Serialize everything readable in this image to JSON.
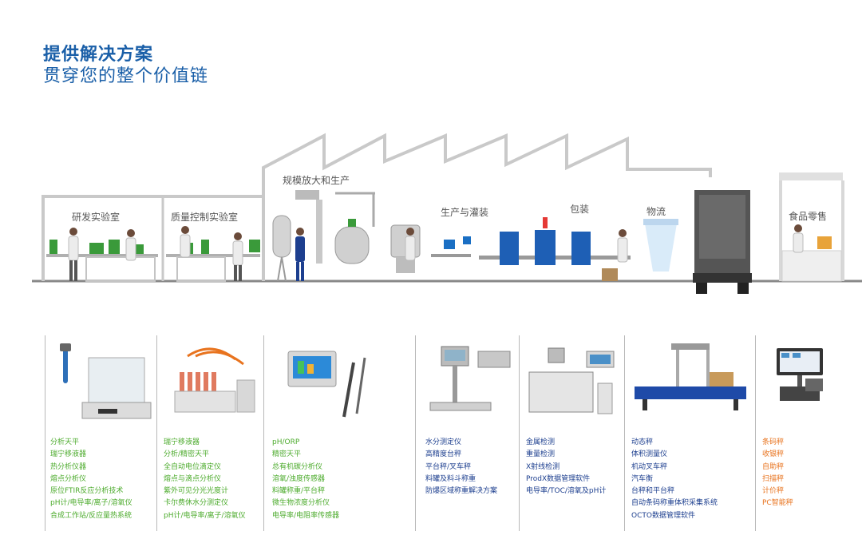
{
  "headline": {
    "line1": "提供解决方案",
    "line2": "贯穿您的整个价值链"
  },
  "zones": {
    "rd_lab": "研发实验室",
    "qc_lab": "质量控制实验室",
    "scale_up": "规模放大和生产",
    "production_filling": "生产与灌装",
    "packaging": "包装",
    "logistics": "物流",
    "retail": "食品零售"
  },
  "columns": [
    {
      "items": [
        "分析天平",
        "瑞宁移液器",
        "热分析仪器",
        "熔点分析仪",
        "原位FTIR反应分析技术",
        "pH计/电导率/离子/溶氧仪",
        "合成工作站/反应量热系统"
      ]
    },
    {
      "items": [
        "瑞宁移液器",
        "分析/精密天平",
        "全自动电位滴定仪",
        "熔点与滴点分析仪",
        "紫外可见分光光度计",
        "卡尔费休水分测定仪",
        "pH计/电导率/离子/溶氧仪"
      ]
    },
    {
      "items": [
        "pH/ORP",
        "精密天平",
        "总有机碳分析仪",
        "溶氧/浊度传感器",
        "料罐称重/平台秤",
        "微生物浓度分析仪",
        "电导率/电阻率传感器"
      ]
    },
    {
      "items": [
        "水分测定仪",
        "高精度台秤",
        "平台秤/叉车秤",
        "料罐及料斗称重",
        "防爆区域称重解决方案"
      ]
    },
    {
      "items": [
        "金属检测",
        "重量检测",
        "X射线检测",
        "ProdX数据管理软件",
        "电导率/TOC/溶氧及pH计"
      ]
    },
    {
      "items": [
        "动态秤",
        "体积测量仪",
        "机动叉车秤",
        "汽车衡",
        "台秤和平台秤",
        "自动条码称重体积采集系统",
        "OCTO数据管理软件"
      ]
    },
    {
      "items": [
        "条码秤",
        "收银秤",
        "自助秤",
        "扫描秤",
        "计价秤",
        "PC智能秤"
      ]
    }
  ],
  "colors": {
    "brand_blue": "#1a5fa8",
    "lab_green": "#4cab2c",
    "ind_blue": "#1d3f8f",
    "retail_orange": "#e8731e"
  }
}
